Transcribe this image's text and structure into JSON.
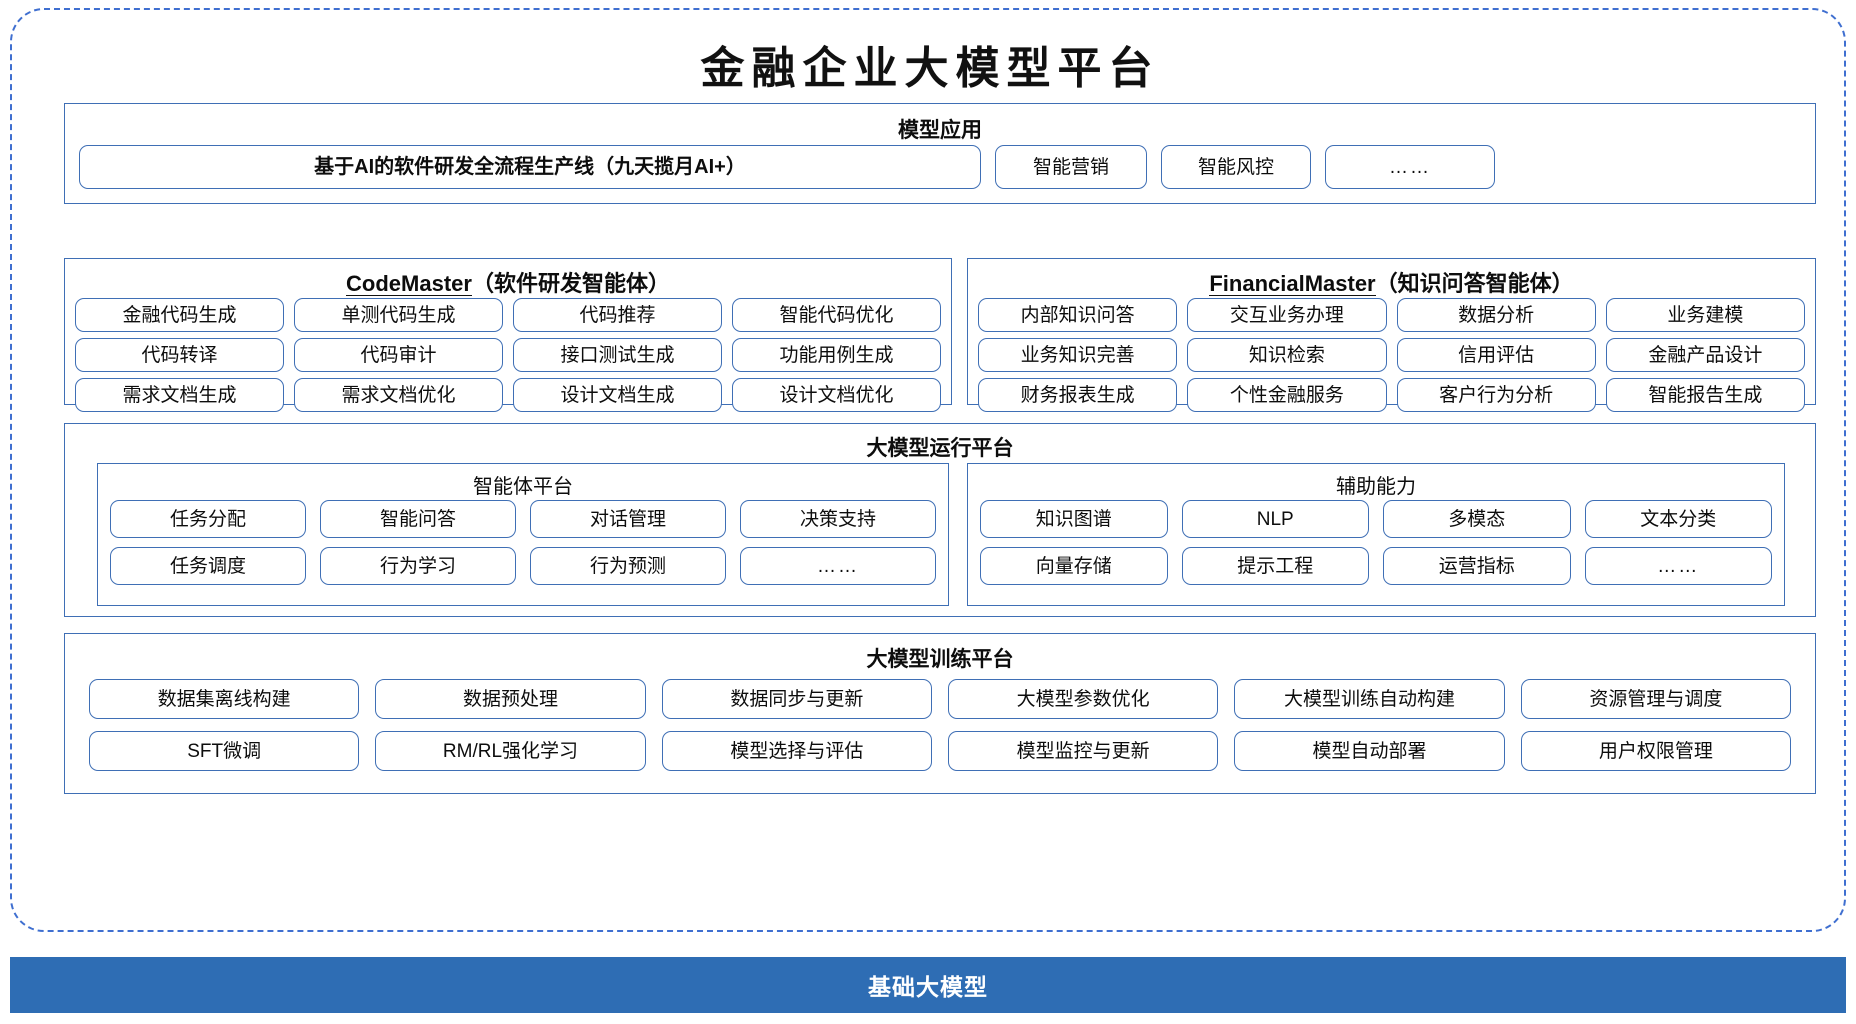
{
  "diagram": {
    "title": "金融企业大模型平台",
    "accent_border": "#3f6fb5",
    "dashed_border": "#3f6fd0",
    "foundation_color": "#2e6db4"
  },
  "model_application": {
    "title": "模型应用",
    "items": [
      "基于AI的软件研发全流程生产线（九天揽月AI+）",
      "智能营销",
      "智能风控",
      "……"
    ]
  },
  "code_master": {
    "title_en": "CodeMaster",
    "title_cn": "（软件研发智能体）",
    "items": [
      "金融代码生成",
      "单测代码生成",
      "代码推荐",
      "智能代码优化",
      "代码转译",
      "代码审计",
      "接口测试生成",
      "功能用例生成",
      "需求文档生成",
      "需求文档优化",
      "设计文档生成",
      "设计文档优化"
    ]
  },
  "financial_master": {
    "title_en": "FinancialMaster",
    "title_cn": "（知识问答智能体）",
    "items": [
      "内部知识问答",
      "交互业务办理",
      "数据分析",
      "业务建模",
      "业务知识完善",
      "知识检索",
      "信用评估",
      "金融产品设计",
      "财务报表生成",
      "个性金融服务",
      "客户行为分析",
      "智能报告生成"
    ]
  },
  "runtime_platform": {
    "title": "大模型运行平台",
    "agent_platform": {
      "title": "智能体平台",
      "items": [
        "任务分配",
        "智能问答",
        "对话管理",
        "决策支持",
        "任务调度",
        "行为学习",
        "行为预测",
        "……"
      ]
    },
    "auxiliary": {
      "title": "辅助能力",
      "items": [
        "知识图谱",
        "NLP",
        "多模态",
        "文本分类",
        "向量存储",
        "提示工程",
        "运营指标",
        "……"
      ]
    }
  },
  "training_platform": {
    "title": "大模型训练平台",
    "items": [
      "数据集离线构建",
      "数据预处理",
      "数据同步与更新",
      "大模型参数优化",
      "大模型训练自动构建",
      "资源管理与调度",
      "SFT微调",
      "RM/RL强化学习",
      "模型选择与评估",
      "模型监控与更新",
      "模型自动部署",
      "用户权限管理"
    ]
  },
  "foundation": {
    "label": "基础大模型"
  }
}
